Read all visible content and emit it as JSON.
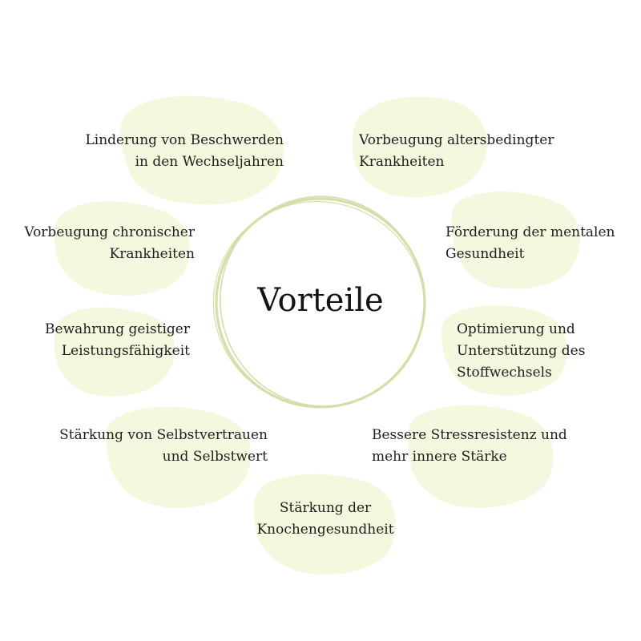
{
  "center": {
    "title": "Vorteile"
  },
  "colors": {
    "blob": "#f4f8df",
    "ring": "#d3dfab",
    "text": "#1f1f1f"
  },
  "benefits": [
    {
      "lines": [
        "Linderung von Beschwerden",
        "in den Wechseljahren"
      ]
    },
    {
      "lines": [
        "Vorbeugung altersbedingter",
        "Krankheiten"
      ]
    },
    {
      "lines": [
        "Vorbeugung chronischer",
        "Krankheiten"
      ]
    },
    {
      "lines": [
        "Förderung der mentalen",
        "Gesundheit"
      ]
    },
    {
      "lines": [
        "Bewahrung geistiger",
        "Leistungsfähigkeit"
      ]
    },
    {
      "lines": [
        "Optimierung und",
        "Unterstützung des",
        "Stoffwechsels"
      ]
    },
    {
      "lines": [
        "Stärkung von Selbstvertrauen",
        "und Selbstwert"
      ]
    },
    {
      "lines": [
        "Bessere Stressresistenz und",
        "mehr innere Stärke"
      ]
    },
    {
      "lines": [
        "Stärkung der",
        "Knochengesundheit"
      ]
    }
  ]
}
